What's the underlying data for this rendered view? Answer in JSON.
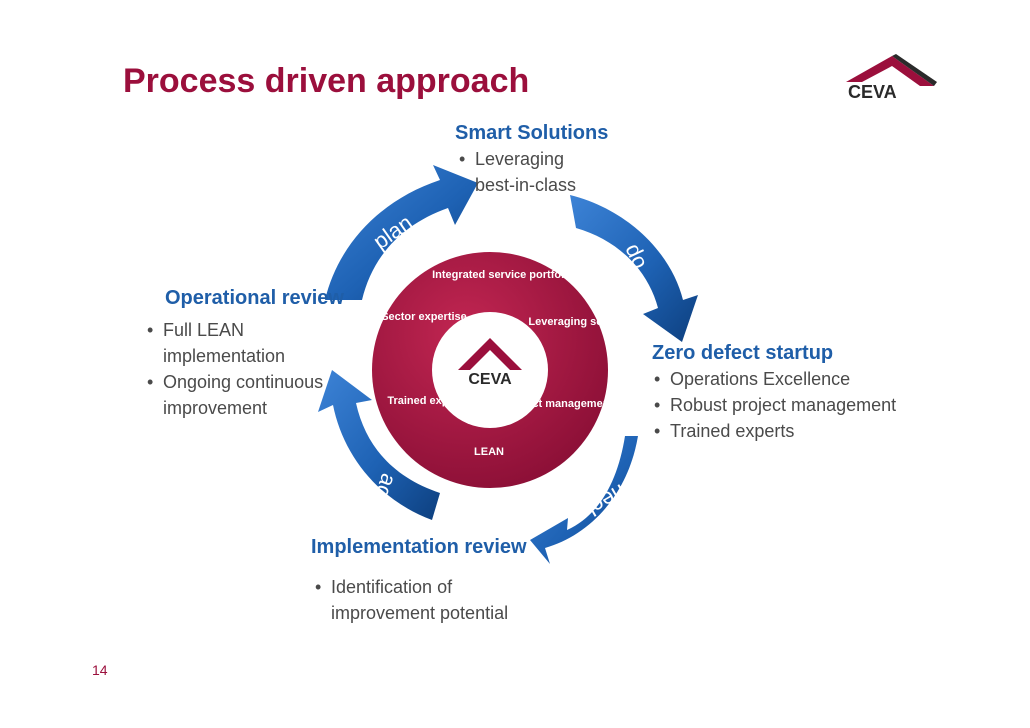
{
  "title": "Process driven approach",
  "page_number": "14",
  "logo_text": "CEVA",
  "colors": {
    "title": "#9b0f3c",
    "heading": "#1f5ea8",
    "arrow": "#1e62b4",
    "arrow_dark": "#0d3f7e",
    "circle": "#a0163f"
  },
  "cycle": {
    "plan": "plan",
    "do": "do",
    "check": "check",
    "act": "act"
  },
  "center": {
    "top": "Integrated service portfolio",
    "sector": "Sector expertise",
    "leveraging": "Leveraging scale",
    "trained": "Trained experts",
    "project": "Project management",
    "lean": "LEAN"
  },
  "sections": {
    "smart": {
      "heading": "Smart Solutions",
      "bullets": [
        "Leveraging best-in-class"
      ]
    },
    "zero": {
      "heading": "Zero defect startup",
      "bullets": [
        "Operations Excellence",
        "Robust project management",
        "Trained experts"
      ]
    },
    "implementation": {
      "heading": "Implementation review",
      "bullets": [
        "Identification of improvement potential"
      ]
    },
    "operational": {
      "heading": "Operational review",
      "bullets": [
        "Full LEAN implementation",
        "Ongoing continuous improvement"
      ]
    }
  }
}
